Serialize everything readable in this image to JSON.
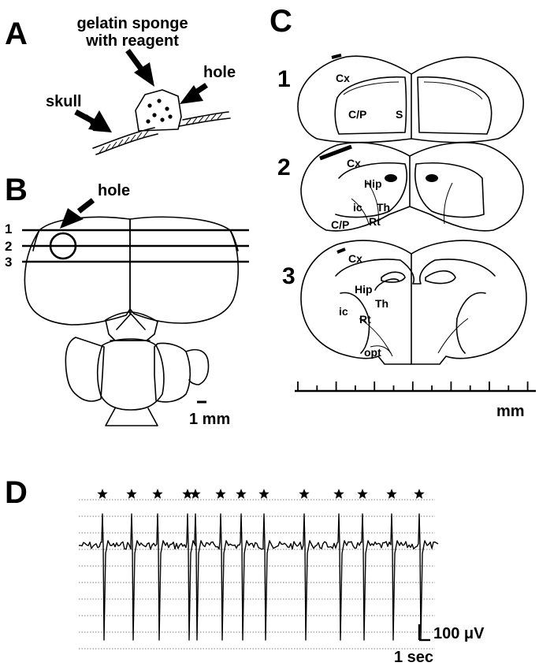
{
  "panels": {
    "A": {
      "letter": "A",
      "sponge_label_line1": "gelatin sponge",
      "sponge_label_line2": "with reagent",
      "skull_label": "skull",
      "hole_label": "hole"
    },
    "B": {
      "letter": "B",
      "hole_label": "hole",
      "line_labels": [
        "1",
        "2",
        "3"
      ],
      "scale_label": "1 mm"
    },
    "C": {
      "letter": "C",
      "slice_numbers": [
        "1",
        "2",
        "3"
      ],
      "slice1_labels": {
        "cx": "Cx",
        "cp": "C/P",
        "s": "S"
      },
      "slice2_labels": {
        "cx": "Cx",
        "hip": "Hip",
        "ic": "ic",
        "th": "Th",
        "cp": "C/P",
        "rt": "Rt"
      },
      "slice3_labels": {
        "cx": "Cx",
        "hip": "Hip",
        "th": "Th",
        "ic": "ic",
        "rt": "Rt",
        "opt": "opt"
      },
      "scale_unit": "mm"
    },
    "D": {
      "letter": "D",
      "scale_voltage": "100 μV",
      "scale_time": "1 sec",
      "spike_count": 13
    }
  },
  "colors": {
    "ink": "#000000",
    "background": "#ffffff",
    "grid": "#555555"
  }
}
